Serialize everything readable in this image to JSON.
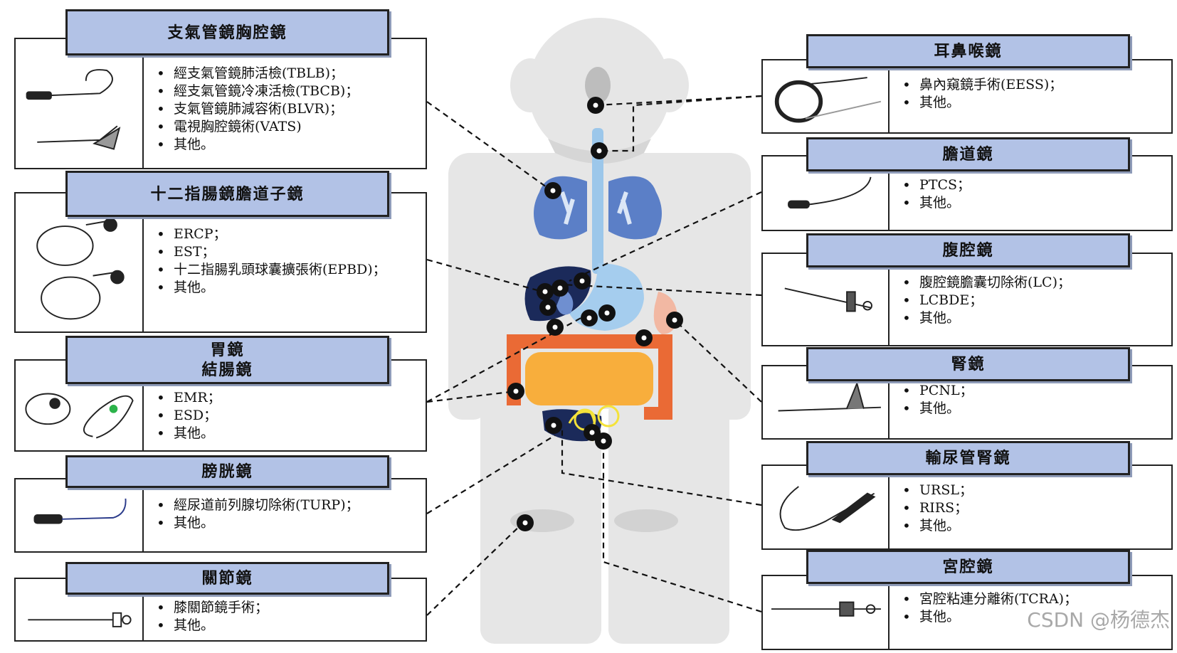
{
  "left_cards": [
    {
      "id": "bronch",
      "title": [
        "支氣管鏡胸腔鏡"
      ],
      "items": [
        "經支氣管鏡肺活檢(TBLB)；",
        "經支氣管鏡冷凍活檢(TBCB)；",
        "支氣管鏡肺減容術(BLVR)；",
        "電視胸腔鏡術(VATS)",
        "其他。"
      ]
    },
    {
      "id": "duod",
      "title": [
        "十二指腸鏡膽道子鏡"
      ],
      "items": [
        "ERCP；",
        "EST；",
        "十二指腸乳頭球囊擴張術(EPBD)；",
        "其他。"
      ]
    },
    {
      "id": "gastro",
      "title": [
        "胃鏡",
        "結腸鏡"
      ],
      "items": [
        "EMR；",
        "ESD；",
        "其他。"
      ]
    },
    {
      "id": "cysto",
      "title": [
        "膀胱鏡"
      ],
      "items": [
        "經尿道前列腺切除術(TURP)；",
        "其他。"
      ]
    },
    {
      "id": "arthro",
      "title": [
        "關節鏡"
      ],
      "items": [
        "膝關節鏡手術；",
        "其他。"
      ]
    }
  ],
  "right_cards": [
    {
      "id": "ent",
      "title": [
        "耳鼻喉鏡"
      ],
      "items": [
        "鼻內窺鏡手術(EESS)；",
        "其他。"
      ]
    },
    {
      "id": "chol",
      "title": [
        "膽道鏡"
      ],
      "items": [
        "PTCS；",
        "其他。"
      ]
    },
    {
      "id": "lap",
      "title": [
        "腹腔鏡"
      ],
      "items": [
        "腹腔鏡膽囊切除術(LC)；",
        "LCBDE；",
        "其他。"
      ]
    },
    {
      "id": "neph",
      "title": [
        "腎鏡"
      ],
      "items": [
        "PCNL；",
        "其他。"
      ]
    },
    {
      "id": "uret",
      "title": [
        "輸尿管腎鏡"
      ],
      "items": [
        "URSL；",
        "RIRS；",
        "其他。"
      ]
    },
    {
      "id": "hyst",
      "title": [
        "宮腔鏡"
      ],
      "items": [
        "宮腔粘連分離術(TCRA)；",
        "其他。"
      ]
    }
  ],
  "watermark": "CSDN @杨德杰",
  "colors": {
    "header_fill": "#b2c2e6",
    "body_silhouette": "#e6e6e6",
    "lungs": "#5b7fc7",
    "trachea": "#9cc7ea",
    "liver": "#1b2a5a",
    "stomach": "#a5cdee",
    "colon": "#ea6a35",
    "small_intestine": "#f8ae3c",
    "kidney": "#f2b8a3",
    "bladder": "#f4e23a",
    "marker": "#111111"
  }
}
